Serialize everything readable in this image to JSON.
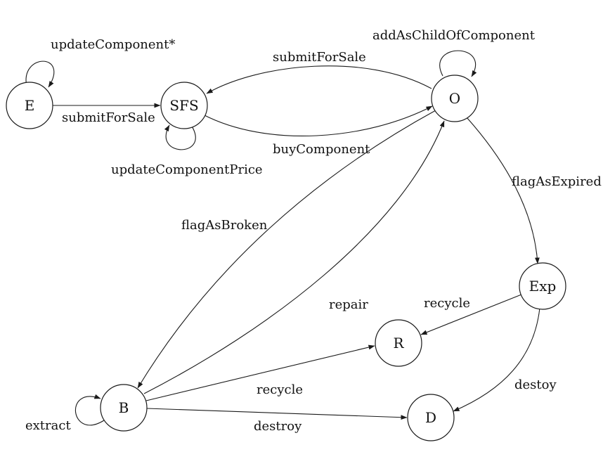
{
  "diagram": {
    "states": {
      "E": "E",
      "SFS": "SFS",
      "O": "O",
      "Exp": "Exp",
      "R": "R",
      "B": "B",
      "D": "D"
    },
    "transitions": {
      "e_self": "updateComponent*",
      "e_to_sfs": "submitForSale",
      "sfs_self": "updateComponentPrice",
      "o_to_sfs": "submitForSale",
      "sfs_to_o": "buyComponent",
      "o_self": "addAsChildOfComponent",
      "o_to_exp": "flagAsExpired",
      "o_to_b": "flagAsBroken",
      "b_to_o": "repair",
      "exp_to_r": "recycle",
      "b_to_r": "recycle",
      "exp_to_d": "destoy",
      "b_to_d": "destroy",
      "b_self": "extract"
    }
  }
}
